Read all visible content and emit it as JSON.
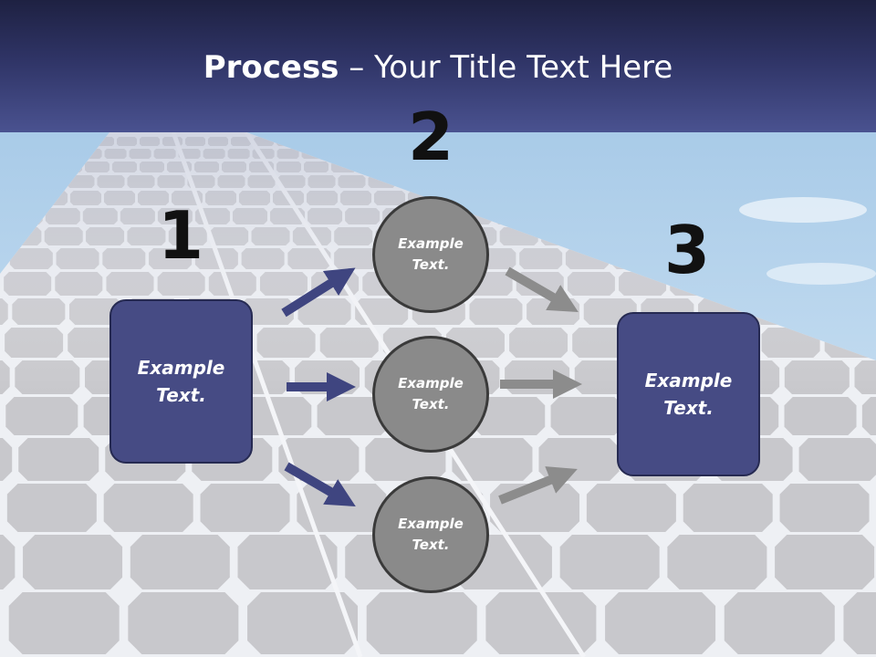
{
  "title": {
    "strong": "Process",
    "rest": " – Your Title Text Here"
  },
  "colors": {
    "header_top": "#1e2142",
    "header_bottom": "#4a5290",
    "box_fill": "#464b84",
    "circle_fill": "#8a8a8a",
    "arrow_blue": "#3f4580",
    "arrow_gray": "#8c8c8c",
    "sky": "#bcd8ef",
    "panel_cell": "#c8c8cc"
  },
  "steps": [
    {
      "number": "1",
      "line1": "Example",
      "line2": "Text."
    },
    {
      "number": "2",
      "circles": [
        {
          "line1": "Example",
          "line2": "Text."
        },
        {
          "line1": "Example",
          "line2": "Text."
        },
        {
          "line1": "Example",
          "line2": "Text."
        }
      ]
    },
    {
      "number": "3",
      "line1": "Example",
      "line2": "Text."
    }
  ]
}
